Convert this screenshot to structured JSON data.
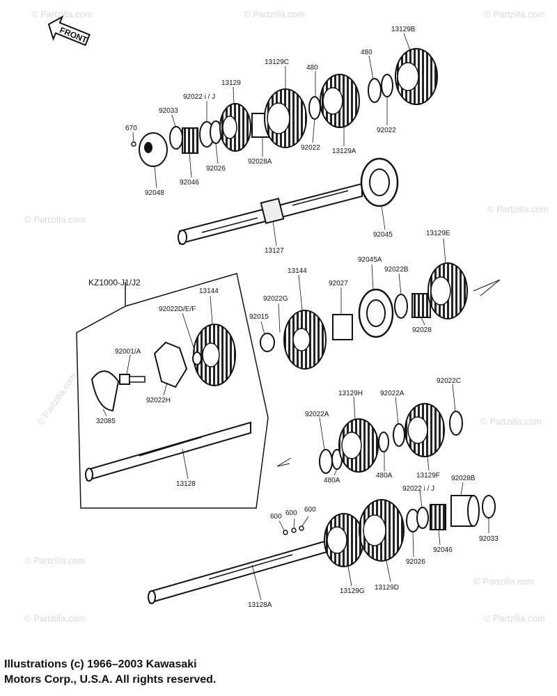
{
  "watermark": "© Partzilla.com",
  "front_label": "FRONT",
  "variant_label": "KZ1000-J1/J2",
  "copyright": {
    "line1": "Illustrations (c) 1966–2003 Kawasaki",
    "line2": "Motors Corp., U.S.A.  All rights reserved."
  },
  "part_labels": [
    {
      "id": "13129B"
    },
    {
      "id": "480"
    },
    {
      "id": "13129C"
    },
    {
      "id": "480"
    },
    {
      "id": "13129"
    },
    {
      "id": "92022 i / J"
    },
    {
      "id": "92033"
    },
    {
      "id": "670"
    },
    {
      "id": "92022"
    },
    {
      "id": "92022"
    },
    {
      "id": "13129A"
    },
    {
      "id": "92028A"
    },
    {
      "id": "92026"
    },
    {
      "id": "92046"
    },
    {
      "id": "92048"
    },
    {
      "id": "92045"
    },
    {
      "id": "13127"
    },
    {
      "id": "13129E"
    },
    {
      "id": "92045A"
    },
    {
      "id": "92022B"
    },
    {
      "id": "13144"
    },
    {
      "id": "92027"
    },
    {
      "id": "92022G"
    },
    {
      "id": "92015"
    },
    {
      "id": "92028"
    },
    {
      "id": "13144"
    },
    {
      "id": "92022D/E/F"
    },
    {
      "id": "92001/A"
    },
    {
      "id": "92022H"
    },
    {
      "id": "32085"
    },
    {
      "id": "13128"
    },
    {
      "id": "13129H"
    },
    {
      "id": "92022A"
    },
    {
      "id": "92022C"
    },
    {
      "id": "92022A"
    },
    {
      "id": "480A"
    },
    {
      "id": "480A"
    },
    {
      "id": "13129F"
    },
    {
      "id": "92022 i / J"
    },
    {
      "id": "92028B"
    },
    {
      "id": "600"
    },
    {
      "id": "600"
    },
    {
      "id": "600"
    },
    {
      "id": "92026"
    },
    {
      "id": "92046"
    },
    {
      "id": "92033"
    },
    {
      "id": "13129G"
    },
    {
      "id": "13129D"
    },
    {
      "id": "13128A"
    }
  ]
}
